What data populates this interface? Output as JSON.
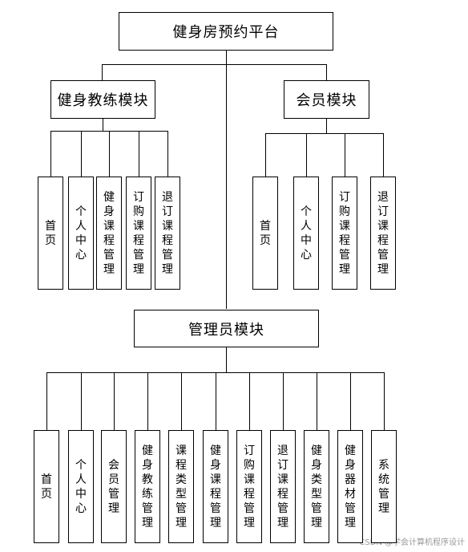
{
  "root": {
    "label": "健身房预约平台"
  },
  "modules": {
    "coach": {
      "label": "健身教练模块",
      "children": [
        "首页",
        "个人中心",
        "健身课程管理",
        "订购课程管理",
        "退订课程管理"
      ]
    },
    "member": {
      "label": "会员模块",
      "children": [
        "首页",
        "个人中心",
        "订购课程管理",
        "退订课程管理"
      ]
    },
    "admin": {
      "label": "管理员模块",
      "children": [
        "首页",
        "个人中心",
        "会员管理",
        "健身教练管理",
        "课程类型管理",
        "健身课程管理",
        "订购课程管理",
        "退订课程管理",
        "健身类型管理",
        "健身器材管理",
        "系统管理"
      ]
    }
  },
  "watermark": "CSDN @学会计算机程序设计"
}
